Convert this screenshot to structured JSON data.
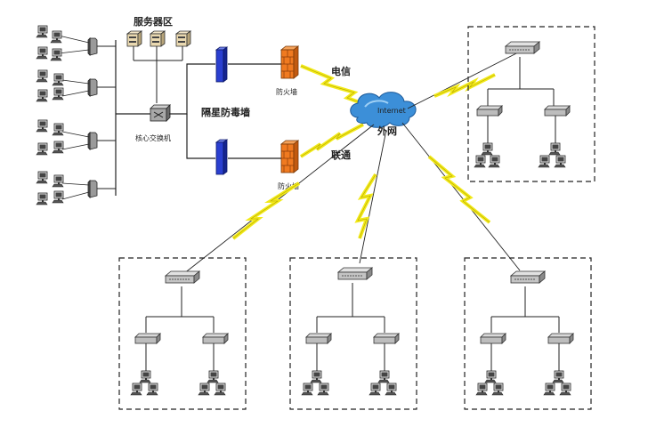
{
  "labels": {
    "server_zone": "服务器区",
    "core_switch": "核心交换机",
    "gatekeeper": "隔星防毒墙",
    "firewall_top": "防火墙",
    "firewall_bottom": "防火墙",
    "isp_telecom": "电信",
    "isp_unicom": "联通",
    "internet": "Internet",
    "external_net": "外网"
  },
  "branches": [
    "top-right",
    "bottom-left",
    "bottom-middle",
    "bottom-right"
  ],
  "colors": {
    "firewall": "#f07a20",
    "gatekeeper": "#2a3fd0",
    "lightning": "#f2ea1a",
    "cloud": "#3c8fd8",
    "line": "#222222"
  }
}
